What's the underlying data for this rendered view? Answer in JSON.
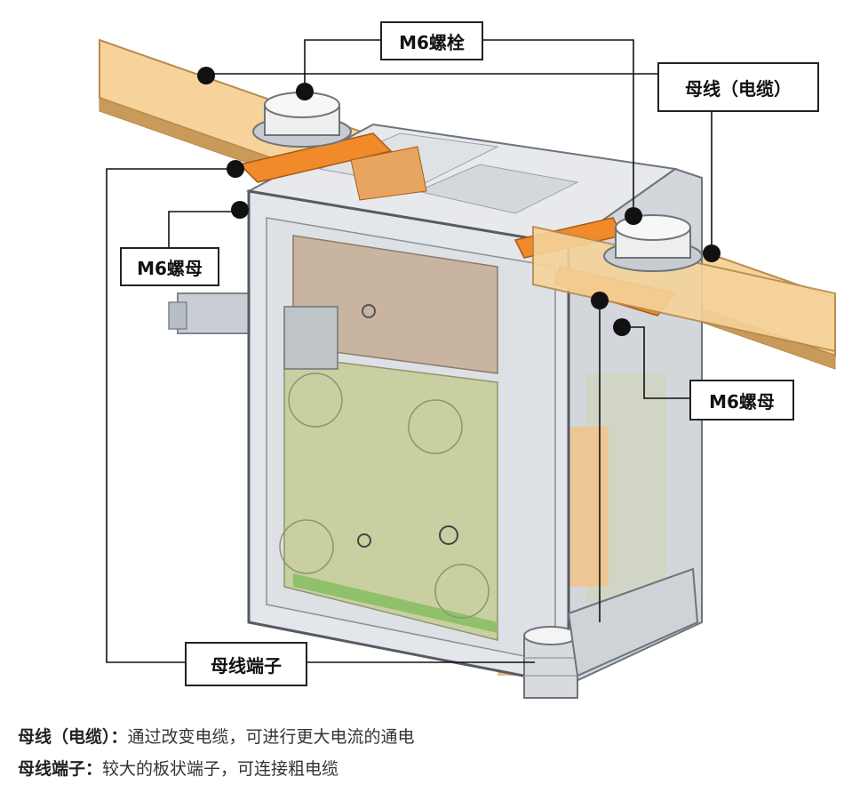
{
  "labels": {
    "bolt_top": "M6螺栓",
    "busbar": "母线（电缆）",
    "nut_left": "M6螺母",
    "nut_right": "M6螺母",
    "terminal": "母线端子"
  },
  "captions": [
    {
      "term": "母线（电缆）：",
      "text": "通过改变电缆，可进行更大电流的通电"
    },
    {
      "term": "母线端子：",
      "text": "较大的板状端子，可连接粗电缆"
    }
  ],
  "colors": {
    "busbar": "#f5d39a",
    "busbar_edge": "#b98a4a",
    "nut_orange": "#f08a2a",
    "housing": "#d9dde2",
    "pcb": "#c9cfa0",
    "leader": "#111111"
  }
}
